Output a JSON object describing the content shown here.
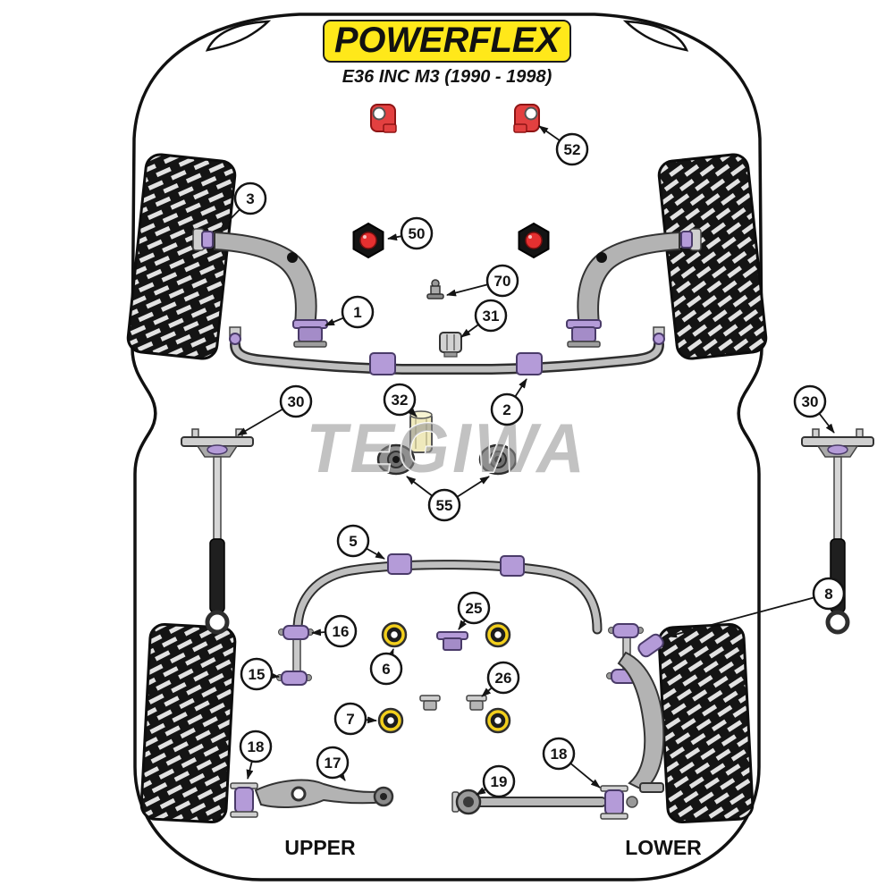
{
  "header": {
    "brand": "POWERFLEX",
    "subtitle": "E36 INC M3 (1990 - 1998)"
  },
  "watermark": "TEGIWA",
  "footer": {
    "left": "UPPER",
    "right": "LOWER"
  },
  "callouts": {
    "c1": "1",
    "c2": "2",
    "c3": "3",
    "c5": "5",
    "c6": "6",
    "c7": "7",
    "c8": "8",
    "c15": "15",
    "c16": "16",
    "c17": "17",
    "c18_left": "18",
    "c18_right": "18",
    "c19": "19",
    "c25": "25",
    "c26": "26",
    "c30_left": "30",
    "c30_right": "30",
    "c31": "31",
    "c32": "32",
    "c50": "50",
    "c52": "52",
    "c55": "55",
    "c70": "70"
  },
  "colors": {
    "brand_yellow": "#FFE81A",
    "bush_purple": "#B49BD8",
    "bush_yellow": "#F2CF1C",
    "clip_red": "#E34040",
    "hex_center_red": "#E53030",
    "outline": "#141414"
  }
}
